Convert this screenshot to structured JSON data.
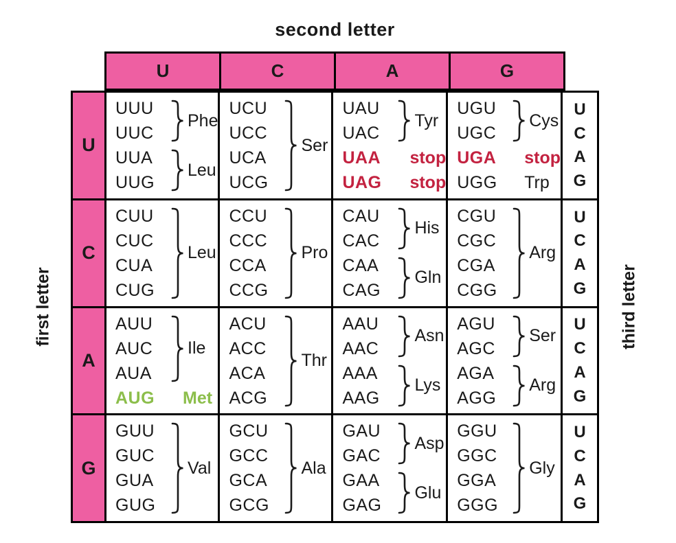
{
  "title": "second letter",
  "left_axis_label": "first letter",
  "right_axis_label": "third letter",
  "second_letters": [
    "U",
    "C",
    "A",
    "G"
  ],
  "first_letters": [
    "U",
    "C",
    "A",
    "G"
  ],
  "third_letters": [
    "U",
    "C",
    "A",
    "G"
  ],
  "colors": {
    "header_pink": "#ee5fa2",
    "stop_red": "#c32240",
    "start_green": "#8cbe4b",
    "border_black": "#000000"
  },
  "cells": [
    [
      {
        "items": [
          {
            "t": "brace",
            "codons": [
              "UUU",
              "UUC"
            ],
            "amino": "Phe"
          },
          {
            "t": "brace",
            "codons": [
              "UUA",
              "UUG"
            ],
            "amino": "Leu"
          }
        ]
      },
      {
        "items": [
          {
            "t": "brace",
            "codons": [
              "UCU",
              "UCC",
              "UCA",
              "UCG"
            ],
            "amino": "Ser"
          }
        ]
      },
      {
        "items": [
          {
            "t": "brace",
            "codons": [
              "UAU",
              "UAC"
            ],
            "amino": "Tyr"
          },
          {
            "t": "line",
            "codon": "UAA",
            "label": "stop",
            "style": "stop"
          },
          {
            "t": "line",
            "codon": "UAG",
            "label": "stop",
            "style": "stop"
          }
        ]
      },
      {
        "items": [
          {
            "t": "brace",
            "codons": [
              "UGU",
              "UGC"
            ],
            "amino": "Cys"
          },
          {
            "t": "line",
            "codon": "UGA",
            "label": "stop",
            "style": "stop"
          },
          {
            "t": "line",
            "codon": "UGG",
            "label": "Trp",
            "style": "plain"
          }
        ]
      }
    ],
    [
      {
        "items": [
          {
            "t": "brace",
            "codons": [
              "CUU",
              "CUC",
              "CUA",
              "CUG"
            ],
            "amino": "Leu"
          }
        ]
      },
      {
        "items": [
          {
            "t": "brace",
            "codons": [
              "CCU",
              "CCC",
              "CCA",
              "CCG"
            ],
            "amino": "Pro"
          }
        ]
      },
      {
        "items": [
          {
            "t": "brace",
            "codons": [
              "CAU",
              "CAC"
            ],
            "amino": "His"
          },
          {
            "t": "brace",
            "codons": [
              "CAA",
              "CAG"
            ],
            "amino": "Gln"
          }
        ]
      },
      {
        "items": [
          {
            "t": "brace",
            "codons": [
              "CGU",
              "CGC",
              "CGA",
              "CGG"
            ],
            "amino": "Arg"
          }
        ]
      }
    ],
    [
      {
        "items": [
          {
            "t": "brace",
            "codons": [
              "AUU",
              "AUC",
              "AUA"
            ],
            "amino": "Ile"
          },
          {
            "t": "line",
            "codon": "AUG",
            "label": "Met",
            "style": "start"
          }
        ]
      },
      {
        "items": [
          {
            "t": "brace",
            "codons": [
              "ACU",
              "ACC",
              "ACA",
              "ACG"
            ],
            "amino": "Thr"
          }
        ]
      },
      {
        "items": [
          {
            "t": "brace",
            "codons": [
              "AAU",
              "AAC"
            ],
            "amino": "Asn"
          },
          {
            "t": "brace",
            "codons": [
              "AAA",
              "AAG"
            ],
            "amino": "Lys"
          }
        ]
      },
      {
        "items": [
          {
            "t": "brace",
            "codons": [
              "AGU",
              "AGC"
            ],
            "amino": "Ser"
          },
          {
            "t": "brace",
            "codons": [
              "AGA",
              "AGG"
            ],
            "amino": "Arg"
          }
        ]
      }
    ],
    [
      {
        "items": [
          {
            "t": "brace",
            "codons": [
              "GUU",
              "GUC",
              "GUA",
              "GUG"
            ],
            "amino": "Val"
          }
        ]
      },
      {
        "items": [
          {
            "t": "brace",
            "codons": [
              "GCU",
              "GCC",
              "GCA",
              "GCG"
            ],
            "amino": "Ala"
          }
        ]
      },
      {
        "items": [
          {
            "t": "brace",
            "codons": [
              "GAU",
              "GAC"
            ],
            "amino": "Asp"
          },
          {
            "t": "brace",
            "codons": [
              "GAA",
              "GAG"
            ],
            "amino": "Glu"
          }
        ]
      },
      {
        "items": [
          {
            "t": "brace",
            "codons": [
              "GGU",
              "GGC",
              "GGA",
              "GGG"
            ],
            "amino": "Gly"
          }
        ]
      }
    ]
  ]
}
